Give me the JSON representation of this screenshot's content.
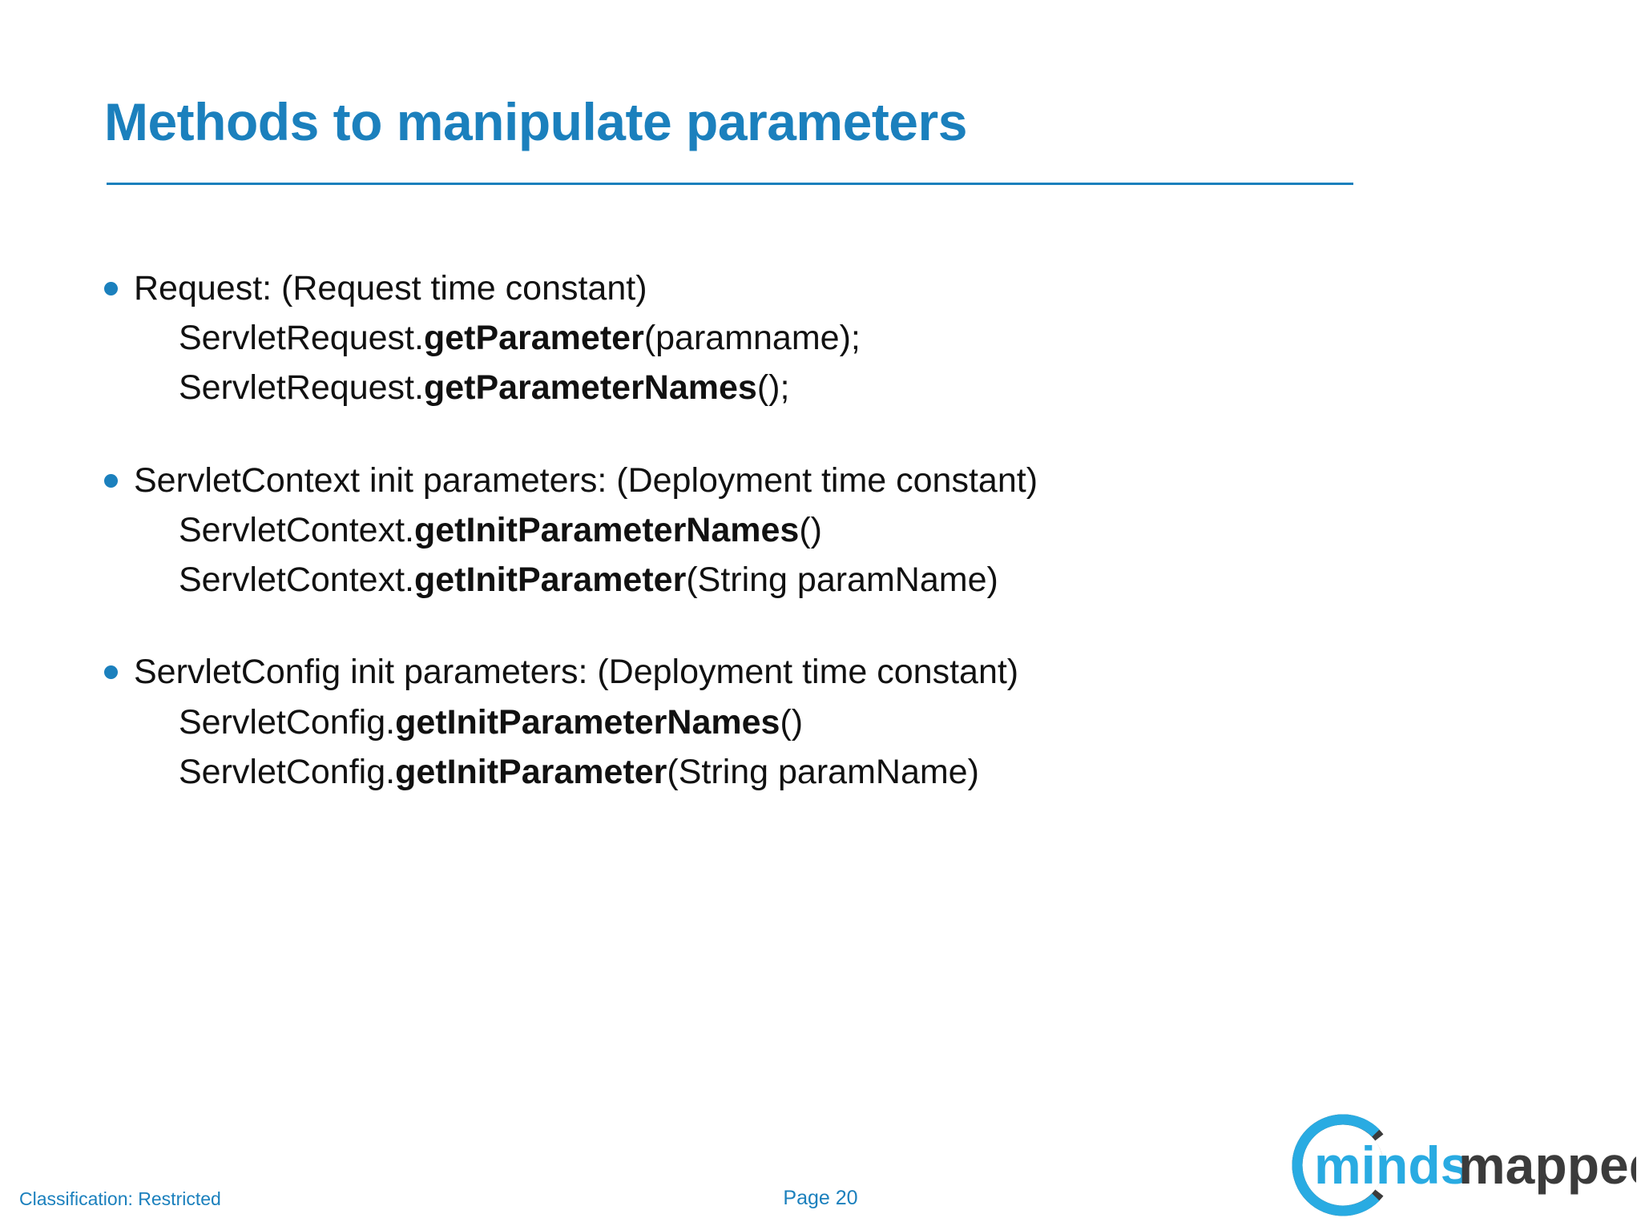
{
  "slide": {
    "title": "Methods to manipulate parameters",
    "accent_color": "#1B80BD",
    "text_color": "#111111",
    "background_color": "#FFFFFF"
  },
  "content": {
    "groups": [
      {
        "bullet": "Request: (Request time constant)",
        "lines": [
          {
            "prefix": "ServletRequest.",
            "method": "getParameter",
            "suffix": "(paramname);"
          },
          {
            "prefix": "ServletRequest.",
            "method": "getParameterNames",
            "suffix": "();"
          }
        ]
      },
      {
        "bullet": "ServletContext init parameters: (Deployment time constant)",
        "lines": [
          {
            "prefix": "ServletContext.",
            "method": "getInitParameterNames",
            "suffix": "()"
          },
          {
            "prefix": "ServletContext.",
            "method": "getInitParameter",
            "suffix": "(String paramName)"
          }
        ]
      },
      {
        "bullet": "ServletConfig init parameters: (Deployment time constant)",
        "lines": [
          {
            "prefix": "ServletConfig.",
            "method": "getInitParameterNames",
            "suffix": "()"
          },
          {
            "prefix": "ServletConfig.",
            "method": "getInitParameter",
            "suffix": "(String paramName)"
          }
        ]
      }
    ]
  },
  "footer": {
    "classification": "Classification:  Restricted",
    "page": "Page 20"
  },
  "logo": {
    "name": "mindsmapped-logo",
    "text_blue": "minds",
    "text_dark": "mapped",
    "blue": "#29ABE2",
    "dark": "#3B3B3B"
  }
}
